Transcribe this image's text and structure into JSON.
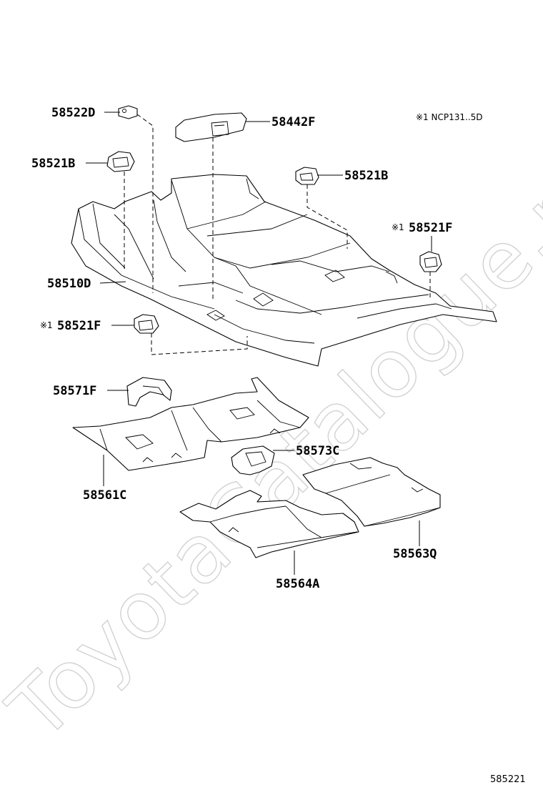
{
  "watermark": "ToyotaCatalogue.ru",
  "note": "※1 NCP131..5D",
  "figure_id": "585221",
  "parts": {
    "p58522D": "58522D",
    "p58442F": "58442F",
    "p58521B_left": "58521B",
    "p58521B_right": "58521B",
    "p58521F_right_mark": "※1",
    "p58521F_right": "58521F",
    "p58510D": "58510D",
    "p58521F_left_mark": "※1",
    "p58521F_left": "58521F",
    "p58571F": "58571F",
    "p58573C": "58573C",
    "p58561C": "58561C",
    "p58563Q": "58563Q",
    "p58564A": "58564A"
  }
}
